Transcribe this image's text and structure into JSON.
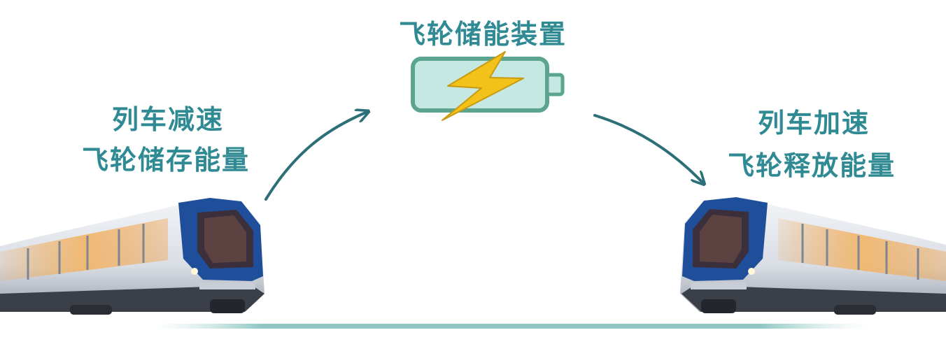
{
  "device": {
    "title": "飞轮储能装置",
    "icon": "battery-lightning-icon"
  },
  "left": {
    "line1": "列车减速",
    "line2": "飞轮储存能量"
  },
  "right": {
    "line1": "列车加速",
    "line2": "飞轮释放能量"
  },
  "colors": {
    "text": "#2f8a93",
    "arrow": "#2d6f78",
    "battery_fill": "#c6e8e2",
    "battery_stroke": "#5ba58f",
    "bolt": "#f2c21a",
    "track": "#9bd0cc",
    "train_body": "#e6e9ee",
    "train_blue": "#1f4f9a",
    "window_glow": "#e8a35a"
  }
}
